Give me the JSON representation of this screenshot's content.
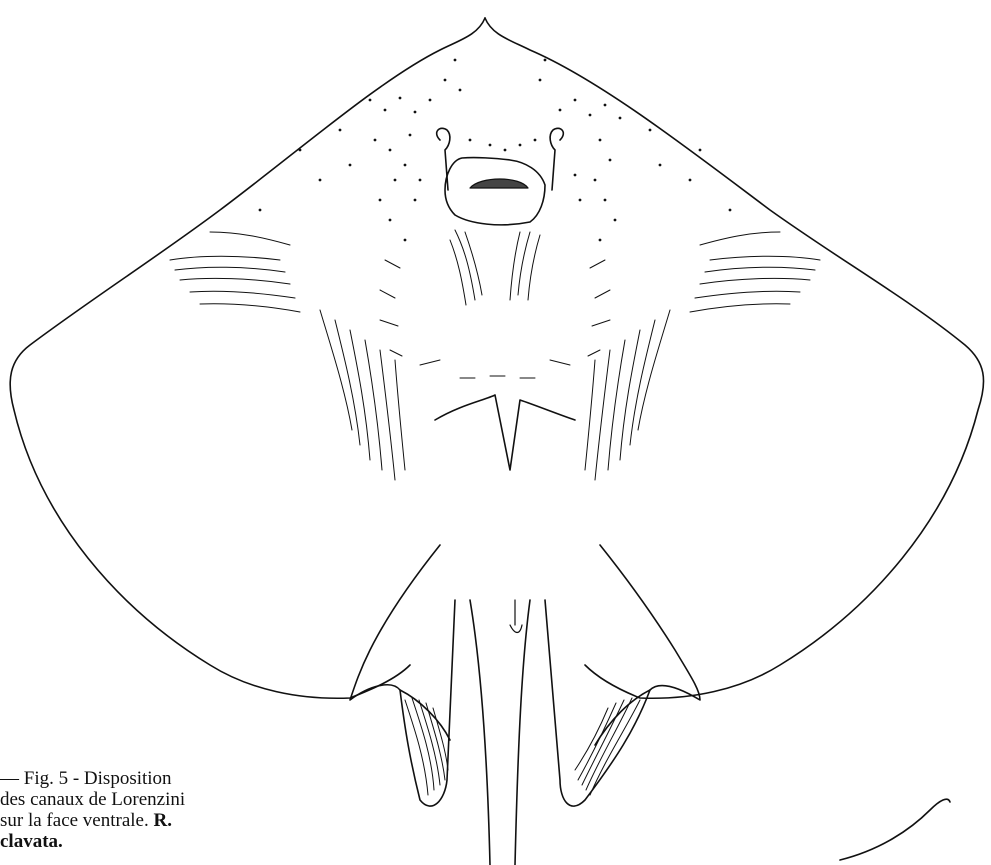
{
  "caption": {
    "line1": "— Fig. 5 - Disposition",
    "line2": "des canaux de Lorenzini",
    "line3_text": "sur la face ventrale. ",
    "line3_bold": "R.",
    "line4_bold": "clavata."
  },
  "colors": {
    "ink": "#111111",
    "paper": "#ffffff"
  }
}
